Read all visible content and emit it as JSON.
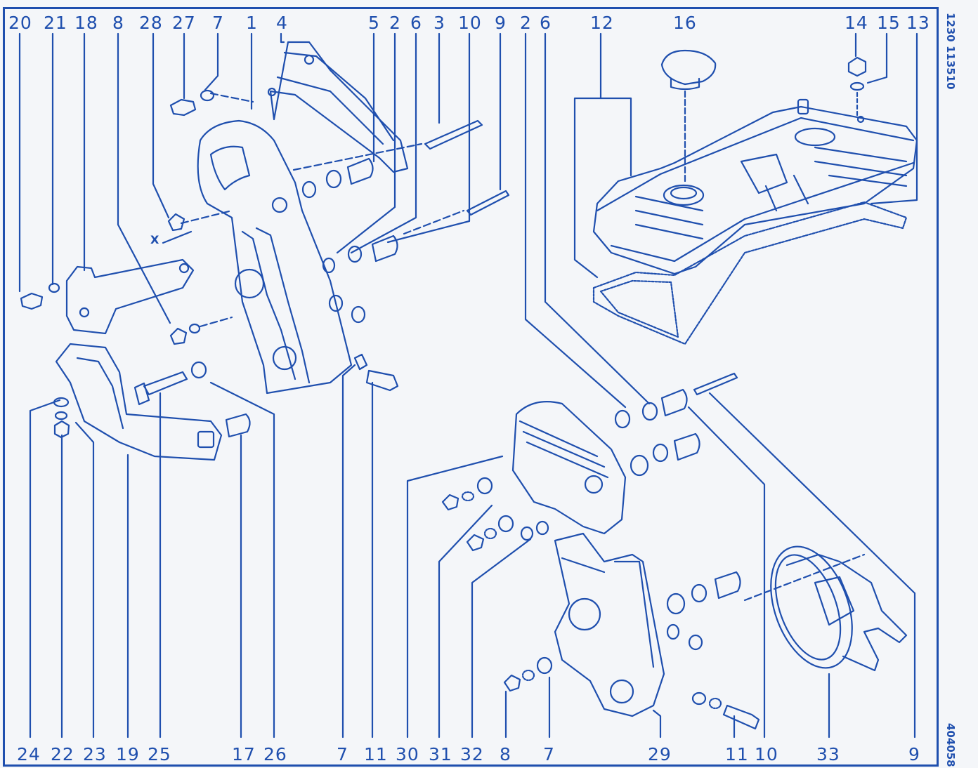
{
  "top_labels": [
    "20",
    "21",
    "18",
    "8",
    "28",
    "27",
    "7",
    "1",
    "4",
    "5",
    "2",
    "6",
    "3",
    "10",
    "9",
    "2",
    "6",
    "12",
    "16",
    "14",
    "15",
    "13"
  ],
  "bottom_labels": [
    "24",
    "22",
    "23",
    "19",
    "25",
    "17",
    "26",
    "7",
    "11",
    "30",
    "31",
    "32",
    "8",
    "7",
    "29",
    "11",
    "10",
    "33",
    "9"
  ],
  "side_code_top": "1230 113510",
  "side_code_bottom": "404058",
  "x_marker": "X",
  "colors": {
    "ink": "#1f4fae",
    "background": "#f4f6f9"
  }
}
